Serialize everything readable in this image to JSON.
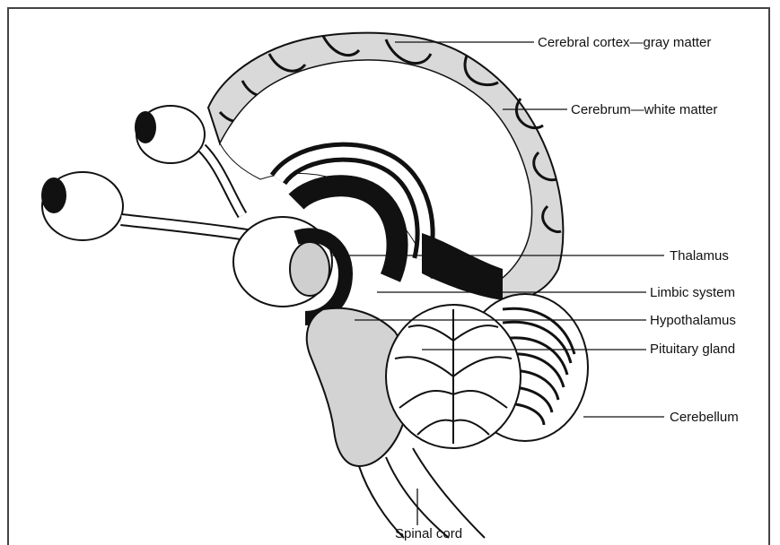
{
  "diagram": {
    "labels": {
      "cerebral_cortex": "Cerebral cortex—gray matter",
      "cerebrum": "Cerebrum—white matter",
      "thalamus": "Thalamus",
      "limbic_system": "Limbic system",
      "hypothalamus": "Hypothalamus",
      "pituitary_gland": "Pituitary gland",
      "cerebellum": "Cerebellum",
      "spinal_cord": "Spinal cord"
    }
  }
}
